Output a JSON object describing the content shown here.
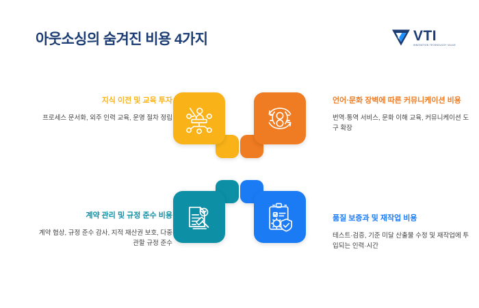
{
  "header": {
    "title": "아웃소싱의 숨겨진 비용 4가지",
    "title_color": "#1b3c73",
    "logo": {
      "word": "VTI",
      "tagline": "INNOVATION TECHNOLOGY VALUE",
      "mark_color_dark": "#1b3c73",
      "mark_color_light": "#1a8fff"
    }
  },
  "diagram": {
    "type": "pinwheel-4-quadrant",
    "quadrants": [
      {
        "position": "top-left",
        "color": "#f9b318",
        "icon": "knowledge-transfer-training-icon",
        "heading": "지식 이전 및 교육 투자",
        "body": "프로세스 문서화, 외주 인력 교육, 운영 절차 정립"
      },
      {
        "position": "top-right",
        "color": "#ef7b22",
        "icon": "cross-cultural-communication-icon",
        "heading": "언어·문화 장벽에 따른 커뮤니케이션 비용",
        "body": "번역·통역 서비스, 문화 이해 교육, 커뮤니케이션 도구 확장"
      },
      {
        "position": "bottom-left",
        "color": "#0d8fa6",
        "icon": "contract-gavel-compliance-icon",
        "heading": "계약 관리 및 규정 준수 비용",
        "body": "계약 협상, 규정 준수 감사, 지적 재산권 보호, 다중 관할 규정 준수"
      },
      {
        "position": "bottom-right",
        "color": "#1a7bf5",
        "icon": "quality-assurance-clipboard-icon",
        "heading": "품질 보증과 및 재작업 비용",
        "body": "테스트·검증, 기준 미달 산출물 수정 및 재작업에 투입되는 인력·시간"
      }
    ]
  },
  "body_text_color": "#3f3f3f",
  "background_color": "#ffffff"
}
